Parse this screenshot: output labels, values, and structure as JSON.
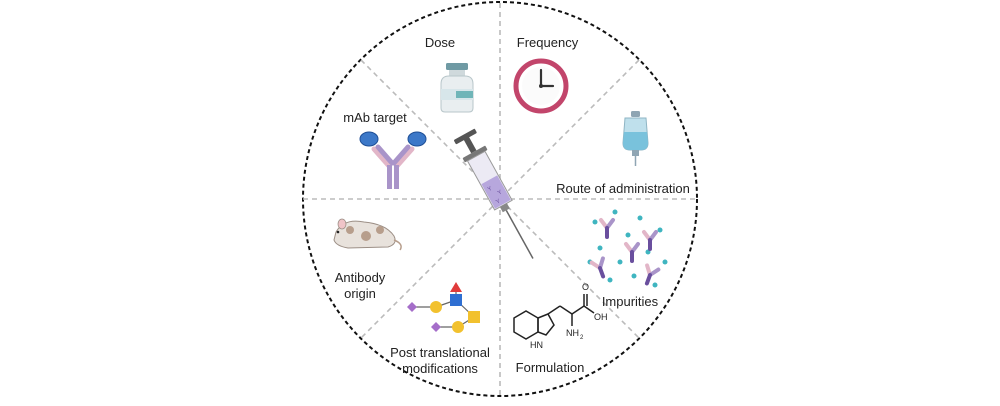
{
  "diagram": {
    "segments": [
      {
        "id": "dose",
        "label": "Dose",
        "icon": "vial-icon"
      },
      {
        "id": "frequency",
        "label": "Frequency",
        "icon": "clock-icon"
      },
      {
        "id": "route",
        "label": "Route of administration",
        "icon": "iv-bag-icon"
      },
      {
        "id": "impurities",
        "label": "Impurities",
        "icon": "impurities-icon"
      },
      {
        "id": "formulation",
        "label": "Formulation",
        "icon": "tryptophan-molecule-icon"
      },
      {
        "id": "ptm",
        "label_line1": "Post translational",
        "label_line2": "modifications",
        "icon": "glycan-icon"
      },
      {
        "id": "origin",
        "label_line1": "Antibody",
        "label_line2": "origin",
        "icon": "mouse-icon"
      },
      {
        "id": "target",
        "label": "mAb target",
        "icon": "antibody-antigen-icon"
      }
    ],
    "center_icon": "syringe-icon",
    "molecule": {
      "oh": "OH",
      "o": "O",
      "nh2": "NH",
      "nh2_sub": "2",
      "hn": "HN"
    },
    "colors": {
      "clock": "#c2456b",
      "antibody_heavy": "#a994c9",
      "antibody_light": "#e2b6c8",
      "antigen": "#3c78c8",
      "dashed": "#bbbbbb"
    }
  }
}
